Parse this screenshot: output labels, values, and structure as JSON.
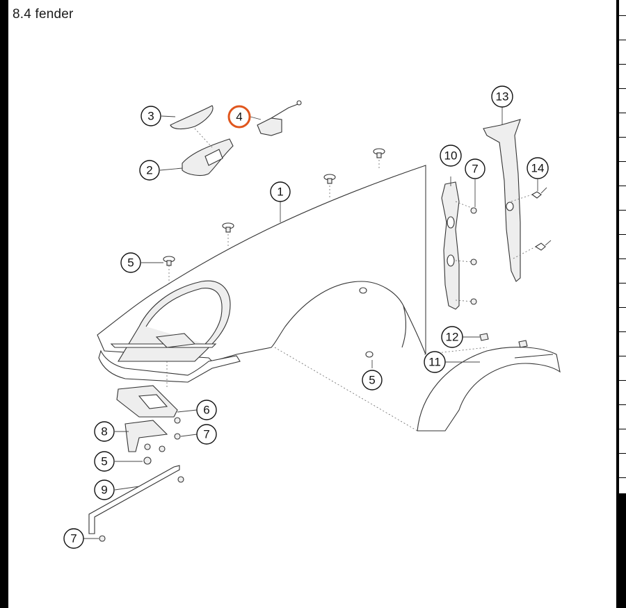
{
  "page": {
    "title": "8.4  fender"
  },
  "highlight_color": "#e0561d",
  "callouts": [
    {
      "id": "c1",
      "label": "1"
    },
    {
      "id": "c2",
      "label": "2"
    },
    {
      "id": "c3",
      "label": "3"
    },
    {
      "id": "c4",
      "label": "4",
      "highlighted": true
    },
    {
      "id": "c5a",
      "label": "5"
    },
    {
      "id": "c5b",
      "label": "5"
    },
    {
      "id": "c5c",
      "label": "5"
    },
    {
      "id": "c6",
      "label": "6"
    },
    {
      "id": "c7a",
      "label": "7"
    },
    {
      "id": "c7b",
      "label": "7"
    },
    {
      "id": "c7c",
      "label": "7"
    },
    {
      "id": "c8",
      "label": "8"
    },
    {
      "id": "c9",
      "label": "9"
    },
    {
      "id": "c10",
      "label": "10"
    },
    {
      "id": "c11",
      "label": "11"
    },
    {
      "id": "c12",
      "label": "12"
    },
    {
      "id": "c13",
      "label": "13"
    },
    {
      "id": "c14",
      "label": "14"
    }
  ]
}
